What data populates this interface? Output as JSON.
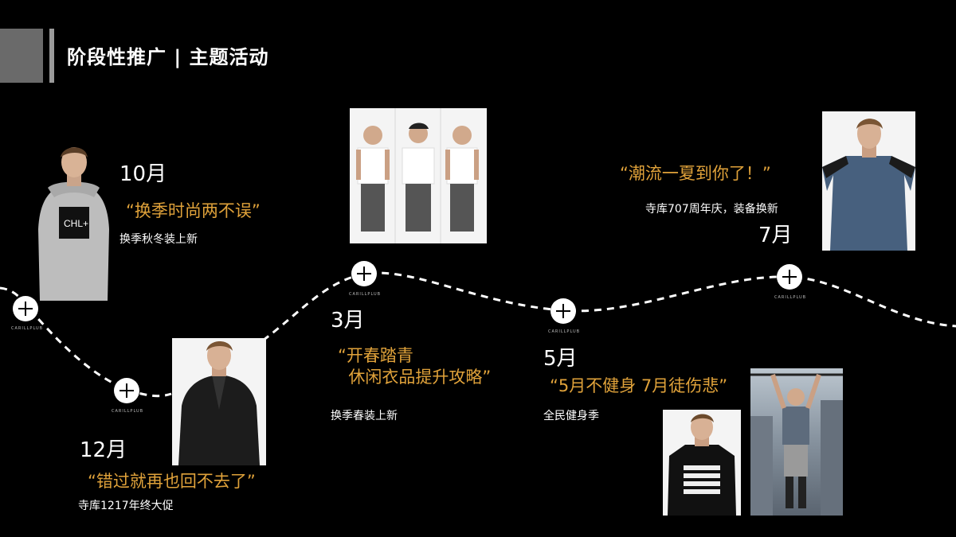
{
  "header": {
    "title": "阶段性推广 | 主题活动"
  },
  "events": [
    {
      "month": "10月",
      "quote": "“换季时尚两不误”",
      "subtitle": "换季秋冬装上新"
    },
    {
      "month": "12月",
      "quote": "“错过就再也回不去了”",
      "subtitle": "寺库1217年终大促"
    },
    {
      "month": "3月",
      "quote": "“开春踏青\n  休闲衣品提升攻略”",
      "subtitle": "换季春装上新"
    },
    {
      "month": "5月",
      "quote": "“5月不健身 7月徒伤悲”",
      "subtitle": "全民健身季"
    },
    {
      "month": "7月",
      "quote": "“潮流一夏到你了！”",
      "subtitle": "寺库707周年庆，装备换新"
    }
  ],
  "node_tag": "CARILLPLUB",
  "hoodie_print": "CHL+",
  "colors": {
    "background": "#000000",
    "accent": "#e0a23a",
    "text": "#ffffff"
  }
}
